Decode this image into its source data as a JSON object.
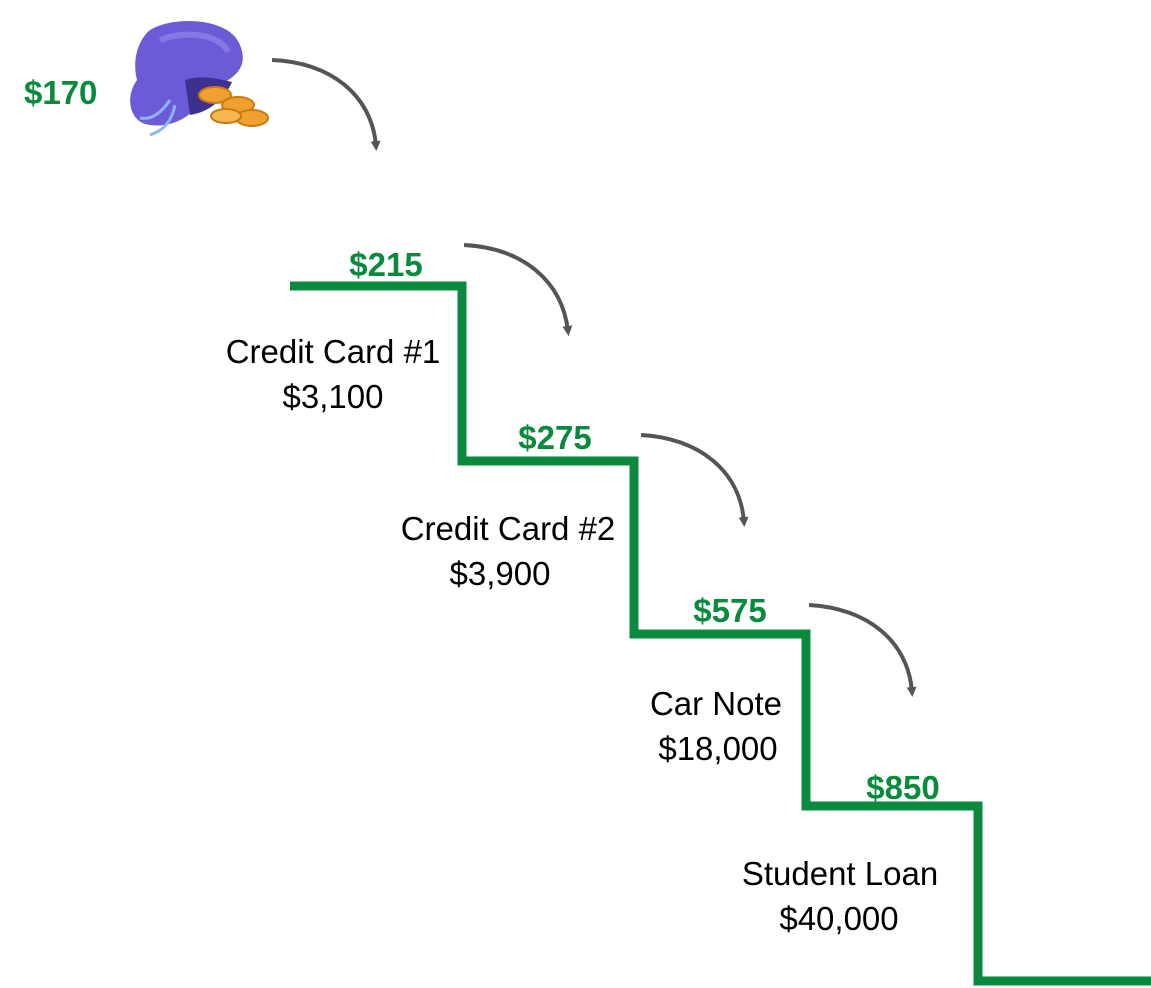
{
  "start_amount": "$170",
  "colors": {
    "stair": "#0a8a3c",
    "amount_text": "#0a8a3c",
    "arrow": "#555555",
    "bag": "#6b5bd6",
    "coins": "#f0a030",
    "debt_text": "#000000"
  },
  "icons": {
    "money_bag": "money-bag-icon",
    "arrow": "curved-arrow-icon"
  },
  "steps": [
    {
      "payment": "$215",
      "name": "Credit Card #1",
      "balance": "$3,100"
    },
    {
      "payment": "$275",
      "name": "Credit Card #2",
      "balance": "$3,900"
    },
    {
      "payment": "$575",
      "name": "Car Note",
      "balance": "$18,000"
    },
    {
      "payment": "$850",
      "name": "Student Loan",
      "balance": "$40,000"
    }
  ]
}
